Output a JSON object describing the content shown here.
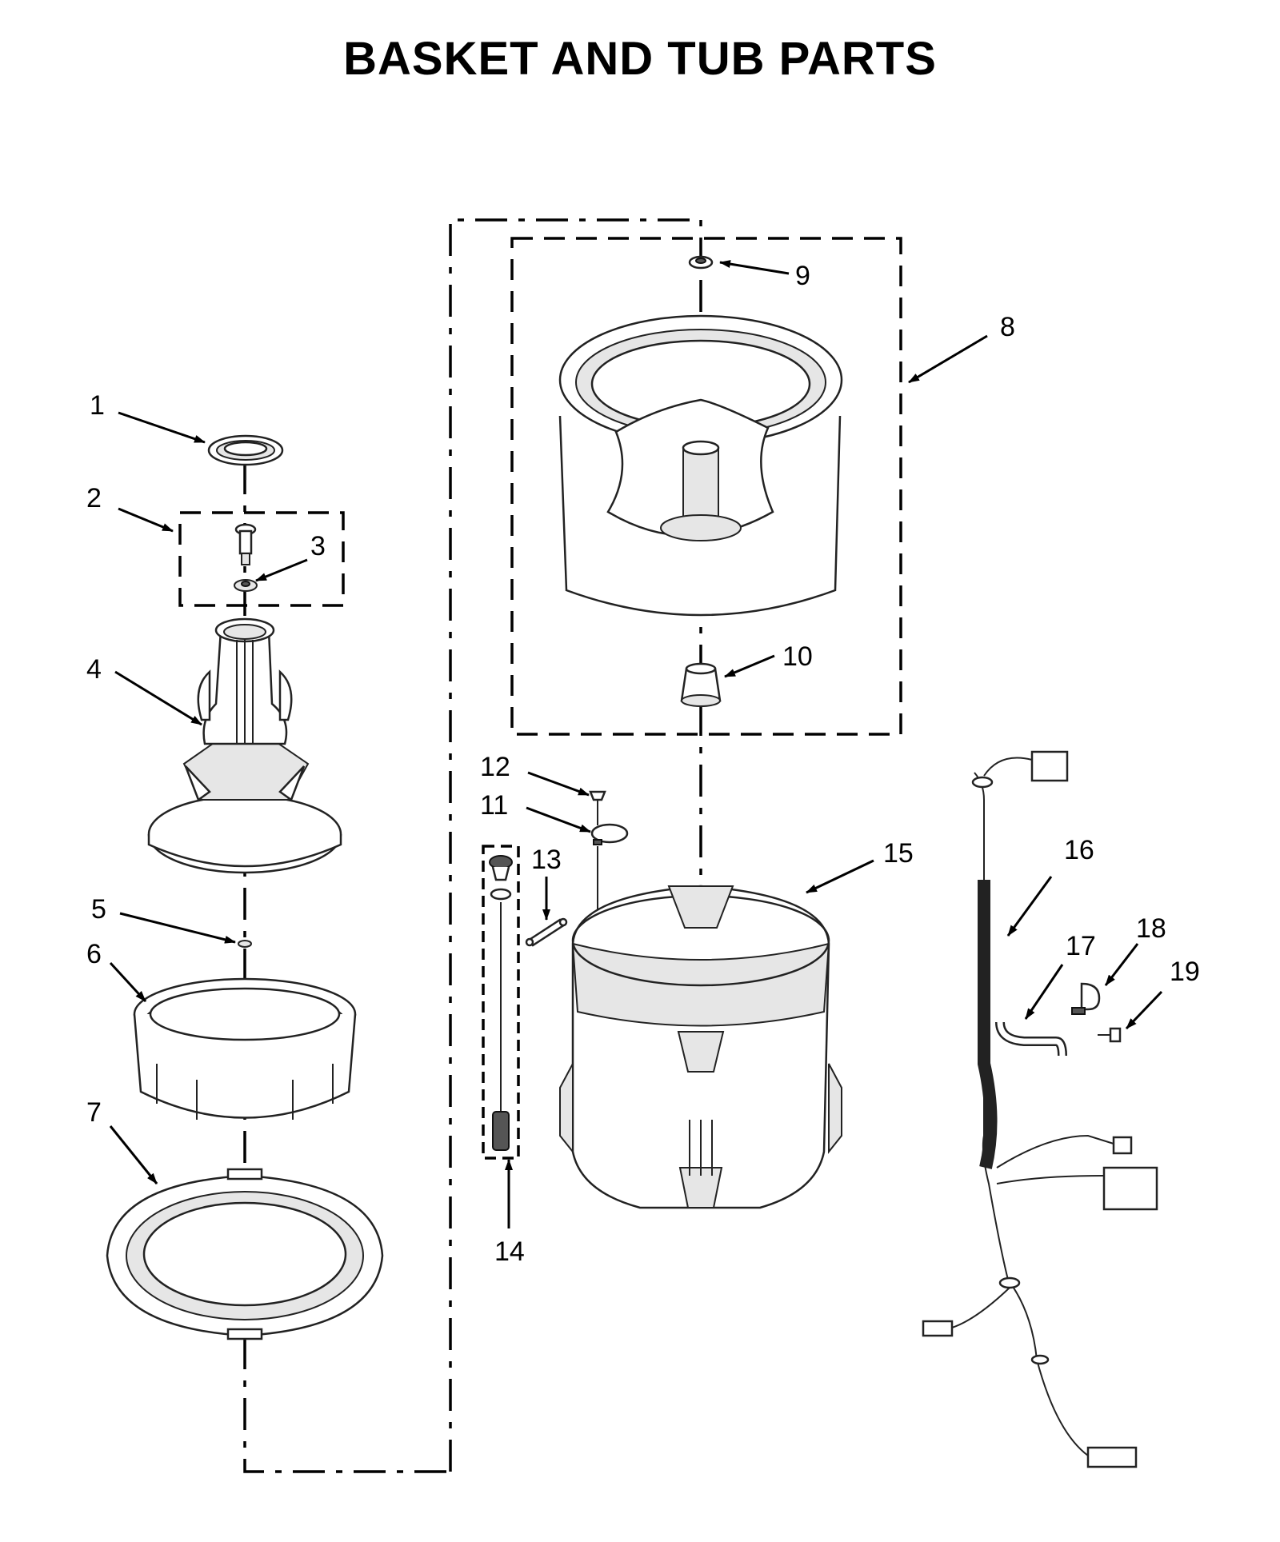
{
  "title": "BASKET AND TUB PARTS",
  "callouts": [
    "1",
    "2",
    "3",
    "4",
    "5",
    "6",
    "7",
    "8",
    "9",
    "10",
    "11",
    "12",
    "13",
    "14",
    "15",
    "16",
    "17",
    "18",
    "19"
  ]
}
